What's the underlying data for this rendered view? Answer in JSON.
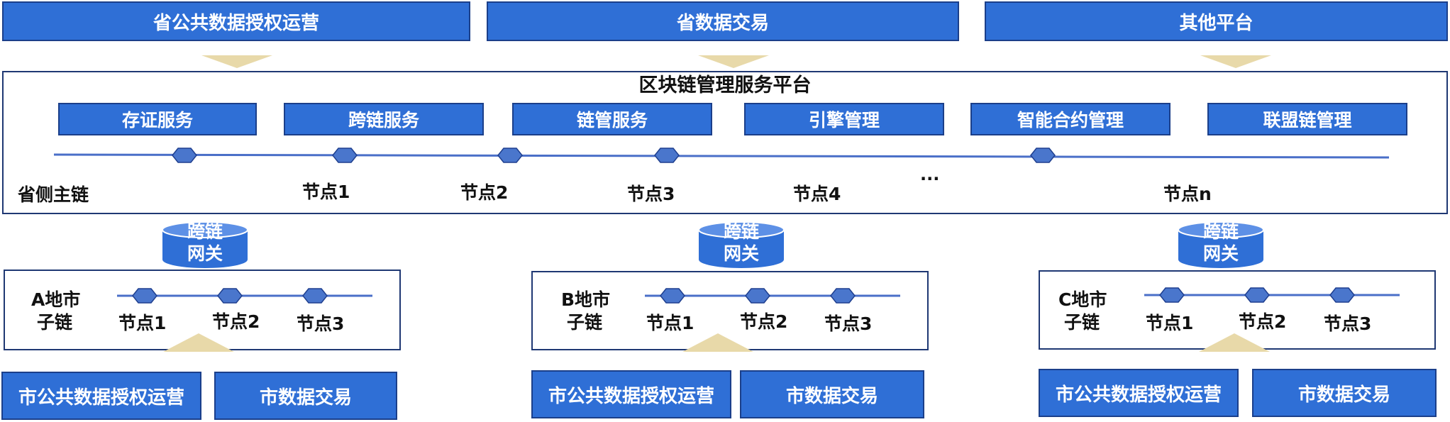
{
  "top_platforms": [
    "省公共数据授权运营",
    "省数据交易",
    "其他平台"
  ],
  "platform": {
    "title": "区块链管理服务平台",
    "services": [
      "存证服务",
      "跨链服务",
      "链管服务",
      "引擎管理",
      "智能合约管理",
      "联盟链管理"
    ],
    "main_chain_label": "省侧主链",
    "nodes": [
      "节点1",
      "节点2",
      "节点3",
      "节点4",
      "...",
      "节点n"
    ]
  },
  "gateway": {
    "line1": "跨链",
    "line2": "网关"
  },
  "sub_chains": [
    {
      "label_line1": "A地市",
      "label_line2": "子链",
      "nodes": [
        "节点1",
        "节点2",
        "节点3"
      ],
      "bottom": [
        "市公共数据授权运营",
        "市数据交易"
      ]
    },
    {
      "label_line1": "B地市",
      "label_line2": "子链",
      "nodes": [
        "节点1",
        "节点2",
        "节点3"
      ],
      "bottom": [
        "市公共数据授权运营",
        "市数据交易"
      ]
    },
    {
      "label_line1": "C地市",
      "label_line2": "子链",
      "nodes": [
        "节点1",
        "节点2",
        "节点3"
      ],
      "bottom": [
        "市公共数据授权运营",
        "市数据交易"
      ]
    }
  ],
  "colors": {
    "box_fill": "#2f6fd6",
    "box_border": "#1b3f8a",
    "line": "#4a6fc8",
    "node_fill": "#4a76cc",
    "arrow": "#e8d9a9",
    "frame": "#1f3873"
  }
}
